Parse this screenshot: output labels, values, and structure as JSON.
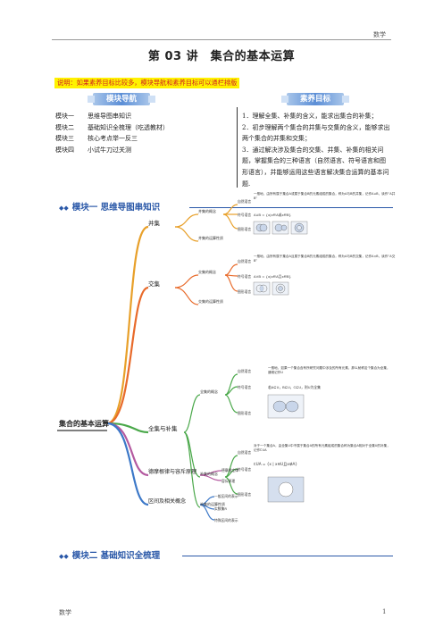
{
  "header": {
    "subject": "数学"
  },
  "title": "第 03 讲　集合的基本运算",
  "note": "说明：如果素养目标比较多，模块导航和素养目标可以通栏排版",
  "nav": {
    "label": "模块导航",
    "items": [
      {
        "key": "模块一",
        "text": "思维导图串知识"
      },
      {
        "key": "模块二",
        "text": "基础知识全梳理（吃透教材）"
      },
      {
        "key": "模块三",
        "text": "核心考点举一反三"
      },
      {
        "key": "模块四",
        "text": "小试牛刀过关测"
      }
    ]
  },
  "goals": {
    "label": "素养目标",
    "items": [
      "1．理解全集、补集的含义，能求出集合的补集；",
      "2．初步理解两个集合的并集与交集的含义，能够求出两个集合的并集和交集；",
      "3．通过解决涉及集合的交集、并集、补集的相关问题，掌握集合的三种语言（自然语言、符号语言和图形语言），并能够运用这些语言解决集合运算的基本问题."
    ]
  },
  "module1": {
    "title": "模块一 思维导图串知识"
  },
  "mindmap": {
    "root": "集合的基本运算",
    "union": {
      "label": "并集",
      "concept": "并集的概念",
      "nat": "自然语言",
      "nat_text": "一般地，由所有属于集合A或属于集合B的元素组成的集合，称为A与B的并集，记作A∪B，读作“A并B”",
      "sym": "符号语言",
      "sym_text": "A∪B = {x|x∈A或x∈B}",
      "fig": "图形语言",
      "props": "并集的运算性质"
    },
    "inter": {
      "label": "交集",
      "concept": "交集的概念",
      "nat": "自然语言",
      "nat_text": "一般地，由所有属于集合A且属于集合B的元素组成的集合，称为A与B的交集，记作A∩B，读作“A交B”",
      "sym": "符号语言",
      "sym_text": "A∩B = {x|x∈A且x∈B}",
      "fig": "图形语言",
      "props": "交集的运算性质"
    },
    "comp": {
      "label": "全集与补集",
      "univ": "全集的概念",
      "nat": "自然语言",
      "univ_text": "一般地，如果一个集合含有所研究问题中涉及的所有元素，那么就称这个集合为全集，通常记作U",
      "sym": "符号语言",
      "sym_text": "若A⊆U，B⊆U，C⊆U，则U为全集",
      "fig": "图形语言",
      "cconcept": "补集的概念",
      "cnat_text": "对于一个集合A，由全集U中不属于集合A的所有元素组成的集合称为集合A相对于全集U的补集，记作∁UA",
      "csym_text": "∁UA = {x | x∈U且x∉A}",
      "props": "补集的运算性质"
    },
    "demorgan": {
      "label": "德摩根律与容斥原理",
      "a": "德摩根定律",
      "b": "容斥原理"
    },
    "interval": {
      "label": "区间及相关概念",
      "a": "一般区间的表示",
      "b": "实数集R",
      "c": "特殊区间的表示"
    }
  },
  "module2": {
    "title": "模块二 基础知识全梳理"
  },
  "footer": {
    "subject": "数学",
    "page": "1"
  }
}
